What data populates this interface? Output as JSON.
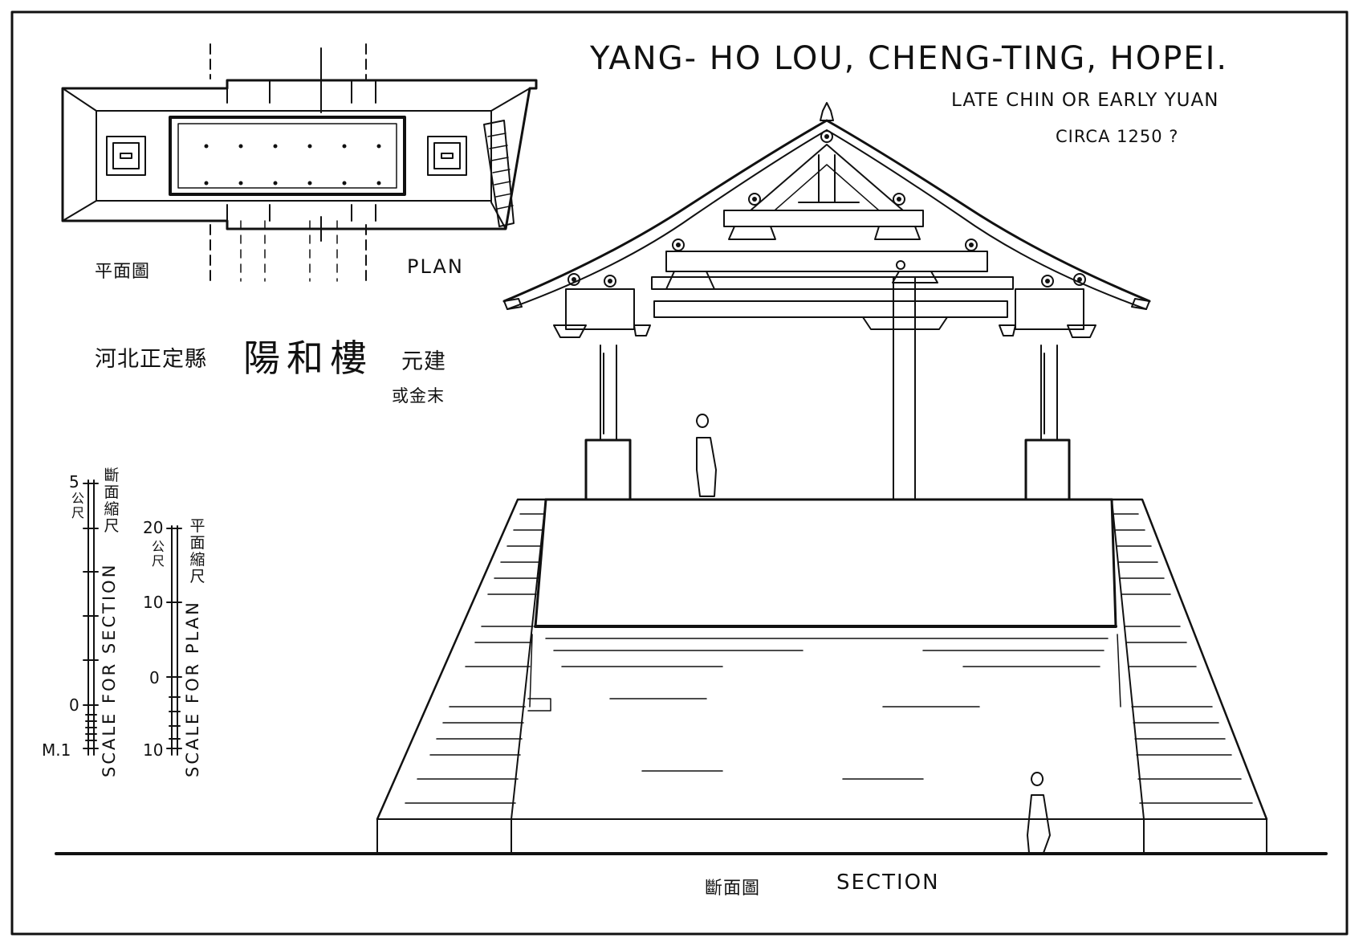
{
  "title": "YANG- HO LOU, CHENG-TING, HOPEI.",
  "subtitle_period": "LATE CHIN OR EARLY YUAN",
  "subtitle_date": "CIRCA 1250 ?",
  "plan": {
    "label_en": "PLAN",
    "label_cn": "平面圖"
  },
  "chinese_caption": {
    "location": "河北正定縣",
    "name": "陽和樓",
    "period": "元建",
    "period_alt": "或金末"
  },
  "section": {
    "label_en": "SECTION",
    "label_cn": "斷面圖"
  },
  "scale_section": {
    "label": "SCALE FOR SECTION",
    "label_cn": "斷面縮尺",
    "unit_cn": "公尺",
    "ticks": [
      "5",
      "0",
      "M.1"
    ]
  },
  "scale_plan": {
    "label": "SCALE FOR PLAN",
    "label_cn": "平面縮尺",
    "unit_cn": "公尺",
    "ticks": [
      "20",
      "10",
      "0",
      "10"
    ]
  }
}
